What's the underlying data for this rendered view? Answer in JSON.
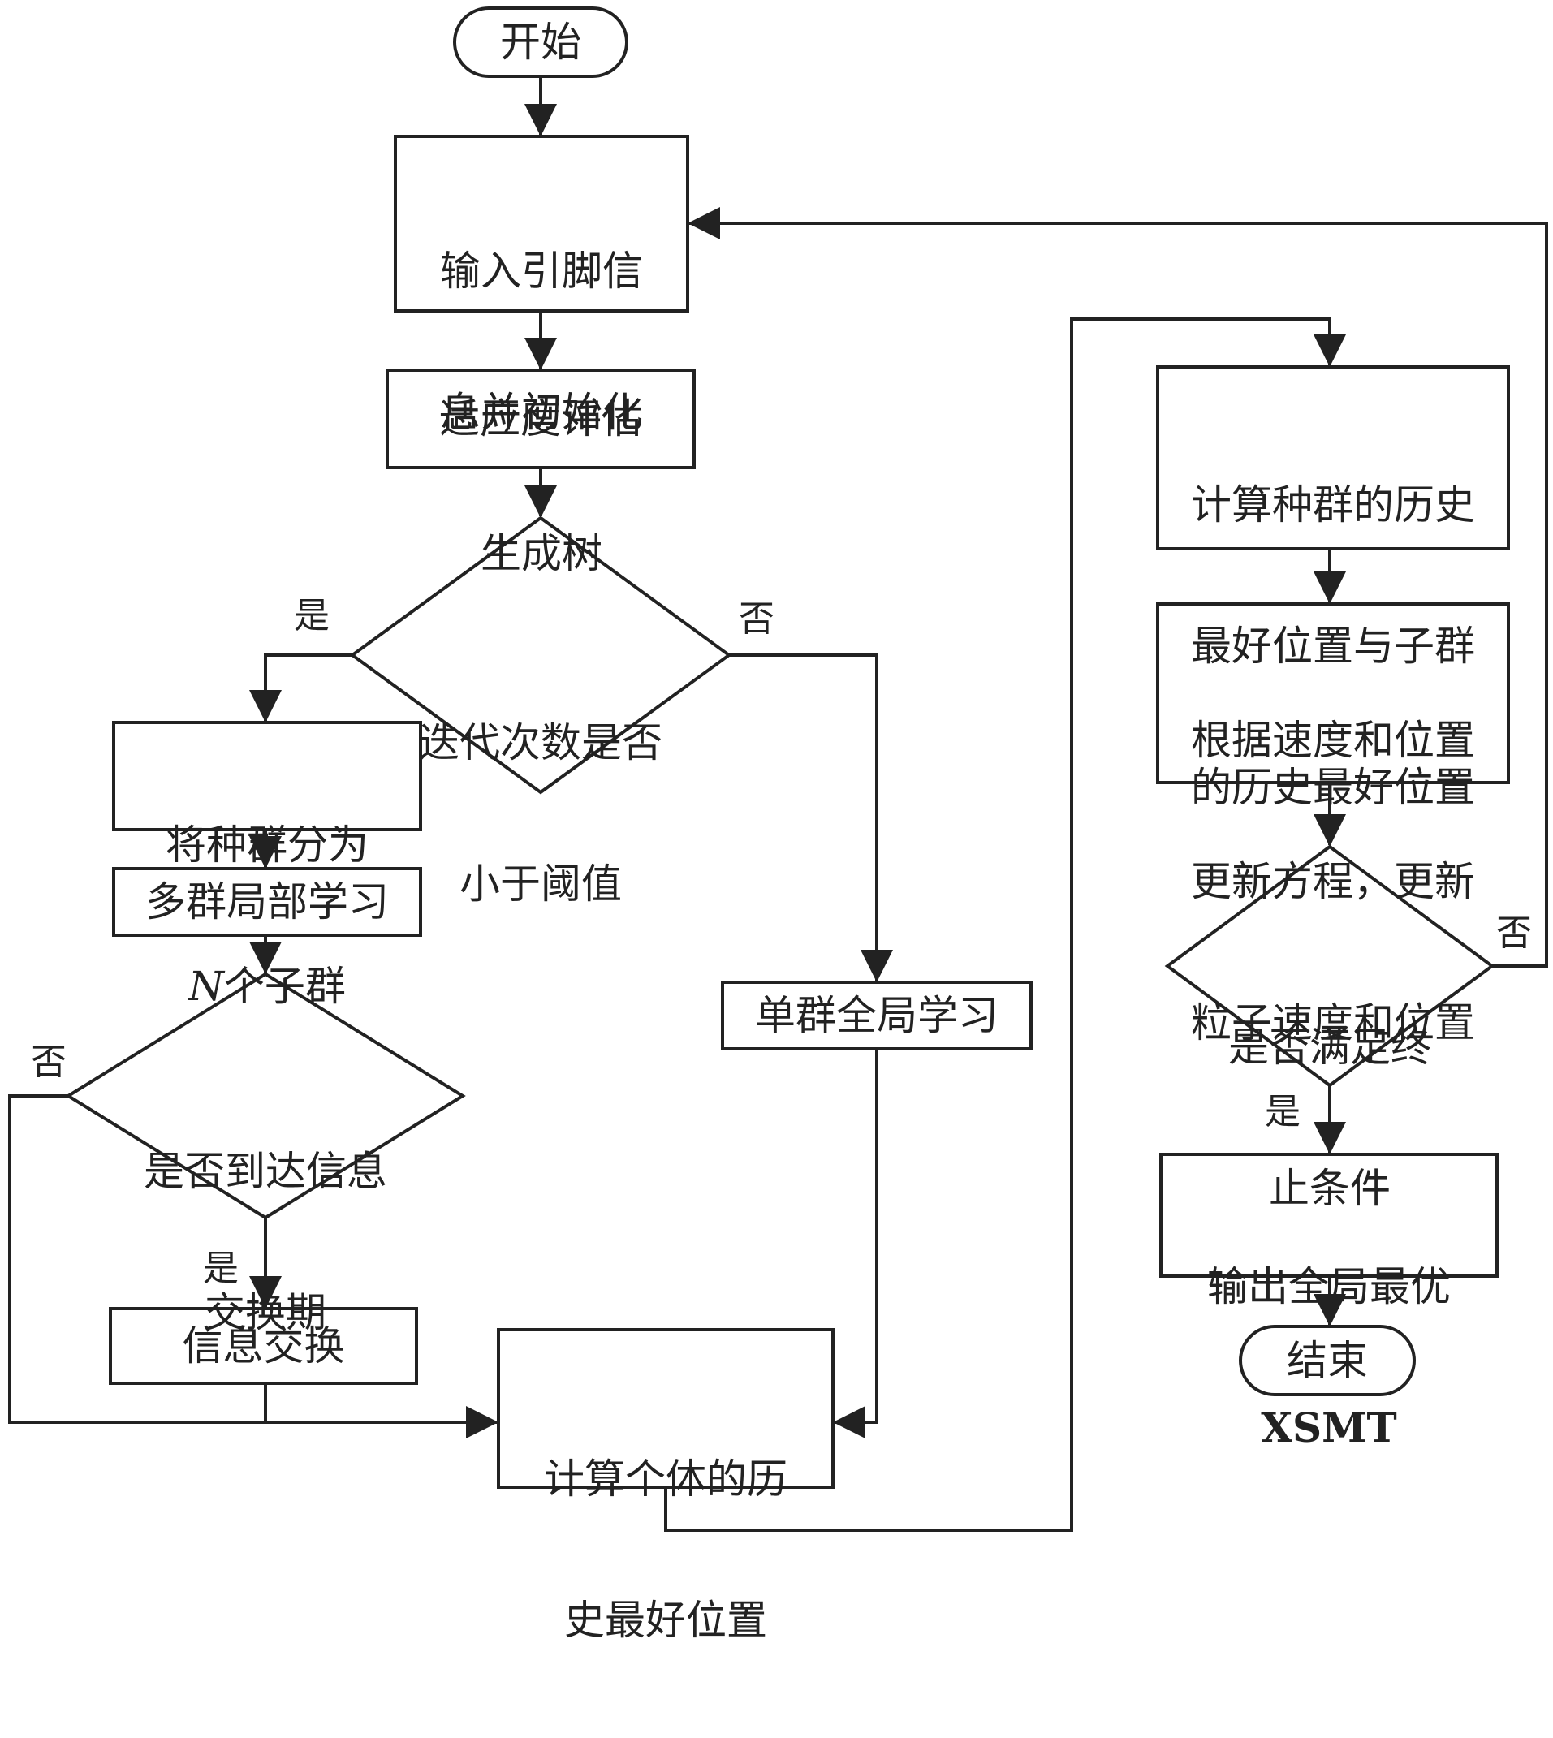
{
  "nodes": {
    "start": "开始",
    "input": [
      "输入引脚信",
      "息并初始化",
      "生成树"
    ],
    "fitness": "适应度评估",
    "iter_decision": [
      "迭代次数是否",
      "小于阈值"
    ],
    "split": [
      "将种群分为",
      "N",
      "个子群"
    ],
    "multi_local": "多群局部学习",
    "info_decision": [
      "是否到达信息",
      "交换期"
    ],
    "info_exchange": "信息交换",
    "single_global": "单群全局学习",
    "personal_best": [
      "计算个体的历",
      "史最好位置"
    ],
    "pop_best": [
      "计算种群的历史",
      "最好位置与子群",
      "的历史最好位置"
    ],
    "update": [
      "根据速度和位置",
      "更新方程，更新",
      "粒子速度和位置"
    ],
    "term_decision": [
      "是否满足终",
      "止条件"
    ],
    "output": [
      "输出全局最优",
      "XSMT"
    ],
    "end": "结束"
  },
  "labels": {
    "iter_yes": "是",
    "iter_no": "否",
    "info_no": "否",
    "info_yes": "是",
    "term_no": "否",
    "term_yes": "是"
  }
}
